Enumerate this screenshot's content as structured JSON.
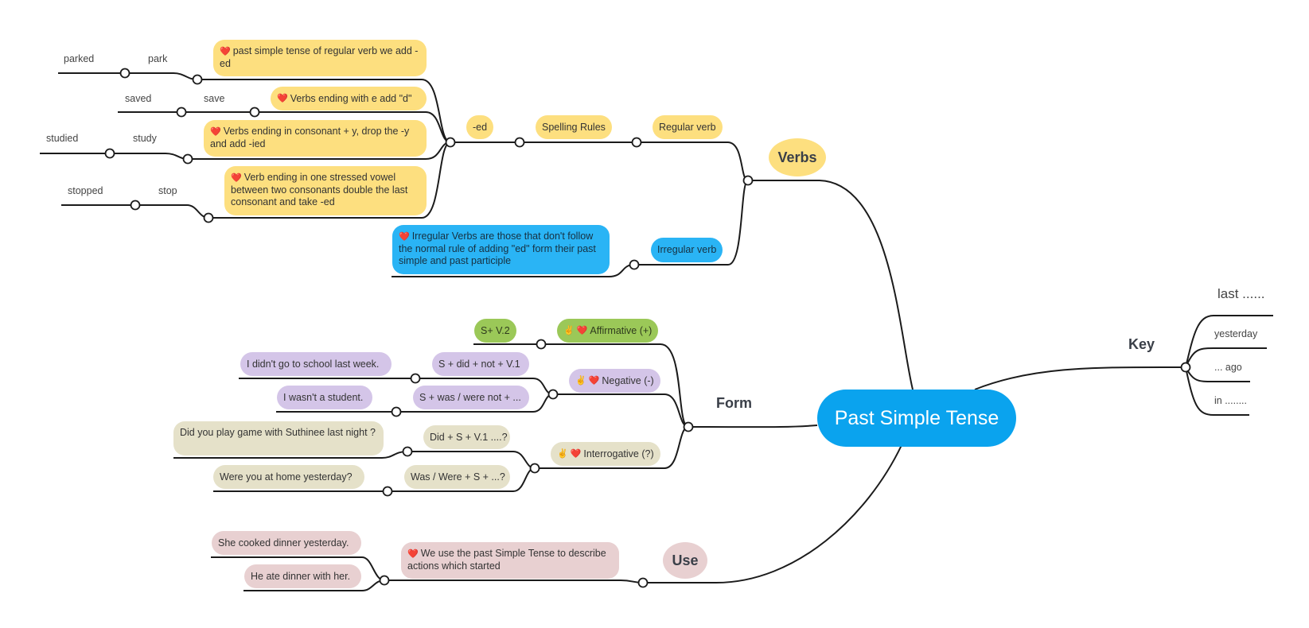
{
  "central": "Past Simple Tense",
  "branches": {
    "verbs": "Verbs",
    "form": "Form",
    "use": "Use",
    "key": "Key"
  },
  "verbs": {
    "regular_verb": "Regular verb",
    "spelling_rules": "Spelling Rules",
    "ed": "-ed",
    "rule1": "past simple tense of regular verb we add -ed",
    "rule2": "Verbs  ending with e add \"d\"",
    "rule3": "Verbs ending in consonant + y, drop the -y and add -ied",
    "rule4": "Verb ending in one  stressed vowel between two consonants double the last consonant and take -ed",
    "ex1_base": "park",
    "ex1_past": "parked",
    "ex2_base": "save",
    "ex2_past": "saved",
    "ex3_base": "study",
    "ex3_past": "studied",
    "ex4_base": "stop",
    "ex4_past": "stopped",
    "irregular_verb": "Irregular verb",
    "irregular_desc": "Irregular Verbs are those that don't follow the normal rule of adding \"ed\" form their past simple and past participle"
  },
  "form": {
    "affirmative": "Affirmative (+)",
    "affirmative_formula": "S+ V.2",
    "negative": "Negative (-)",
    "neg_formula1": "S + did + not + V.1",
    "neg_example1": "I didn't go to school last week.",
    "neg_formula2": "S + was / were not + ...",
    "neg_example2": "I wasn't a student.",
    "interrogative": "Interrogative (?)",
    "int_formula1": "Did + S + V.1 ....?",
    "int_example1": "Did you play game with Suthinee last night ?",
    "int_formula2": "Was / Were + S + ...?",
    "int_example2": "Were you at home yesterday?"
  },
  "use": {
    "desc": "We use the past Simple Tense to describe actions which started",
    "example1": "She cooked dinner yesterday.",
    "example2": "He ate dinner with her."
  },
  "key": {
    "items": [
      "last ......",
      "yesterday",
      "...  ago",
      "in ........"
    ]
  },
  "icons": {
    "heart": "❤️",
    "hand": "✌"
  },
  "colors": {
    "central": "#0aa3ee",
    "verbs": "#fddf7f",
    "irregular": "#2ab4f5",
    "affirmative": "#9bc858",
    "negative": "#d4c5e8",
    "interrogative": "#e5e1c9",
    "use": "#e8d0d1"
  }
}
